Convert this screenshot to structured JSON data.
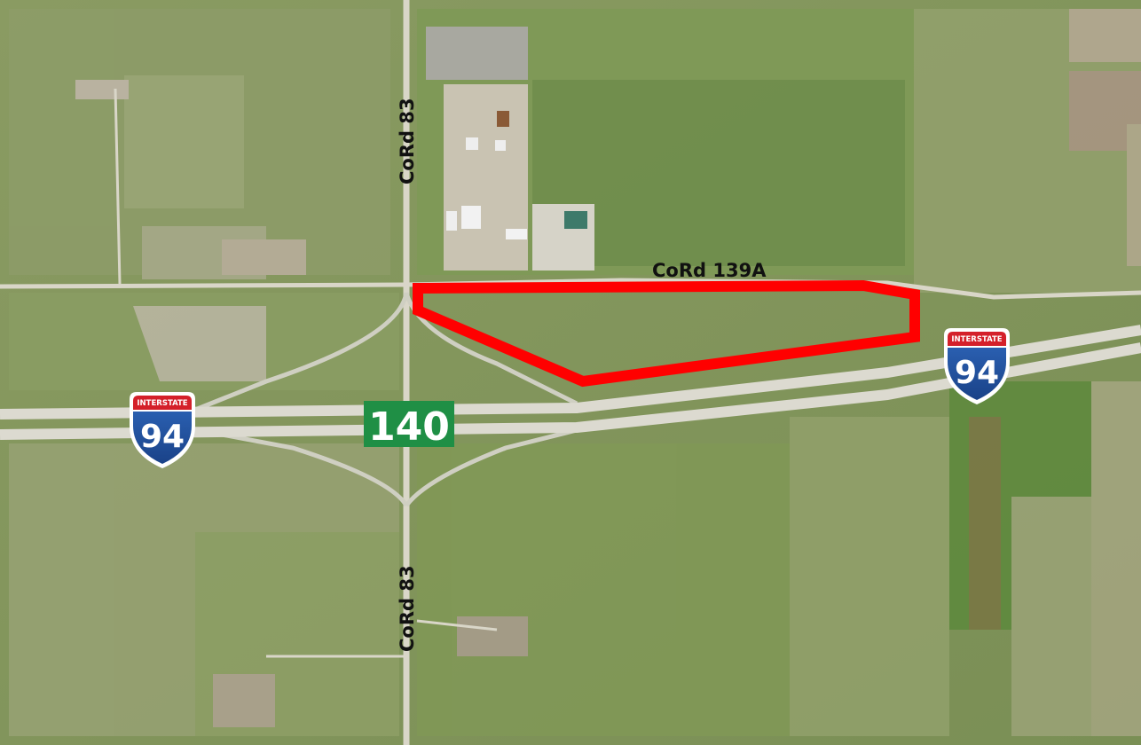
{
  "colors": {
    "parcel_outline": "#ff0000",
    "exit_sign": "#1f8f45",
    "shield_blue": "#1f4f9c",
    "shield_red": "#d4202a",
    "field_green": "#7f9a55",
    "road": "#d9d6c8"
  },
  "labels": {
    "cord83_north": "CoRd 83",
    "cord83_south": "CoRd 83",
    "cord139a": "CoRd 139A",
    "exit_number": "140"
  },
  "shields": [
    {
      "banner": "INTERSTATE",
      "number": "94"
    },
    {
      "banner": "INTERSTATE",
      "number": "94"
    }
  ],
  "icons": {
    "interstate_shield": "interstate-shield-icon",
    "exit_sign": "exit-sign-icon"
  }
}
